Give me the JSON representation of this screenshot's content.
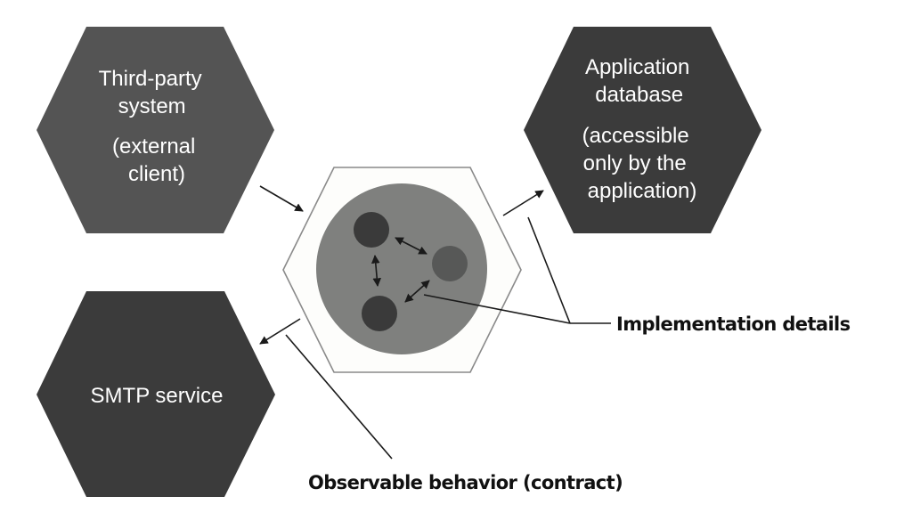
{
  "colors": {
    "third_party_fill": "#545454",
    "database_fill": "#3b3b3b",
    "smtp_fill": "#3b3b3b",
    "app_hex_fill": "#fdfdfb",
    "app_hex_stroke": "#8a8a8a",
    "app_core_fill": "#7f807e",
    "inner_dark": "#3a3a3a",
    "inner_light": "#575857"
  },
  "nodes": {
    "third_party": {
      "lines": [
        "Third-party",
        "system",
        "(external",
        "client)"
      ]
    },
    "database": {
      "lines": [
        "Application",
        "database",
        "(accessible",
        "only by the",
        "application)"
      ]
    },
    "smtp": {
      "lines": [
        "SMTP service"
      ]
    },
    "application": {
      "inner_components": 3
    }
  },
  "callouts": {
    "implementation": "Implementation details",
    "observable": "Observable behavior (contract)"
  }
}
